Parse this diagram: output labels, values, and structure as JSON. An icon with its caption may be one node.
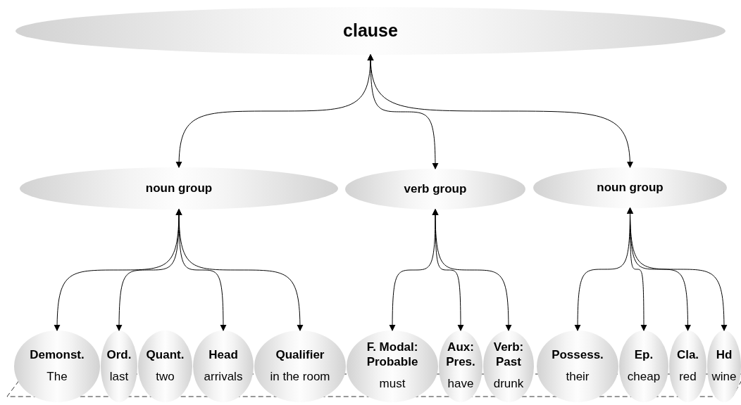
{
  "diagram": {
    "nodes": [
      {
        "text": [
          "clause"
        ]
      },
      {
        "text": [
          "noun group"
        ]
      },
      {
        "text": [
          "verb group"
        ]
      },
      {
        "text": [
          "noun group"
        ]
      },
      {
        "text": [
          "Demonst.",
          "The"
        ]
      },
      {
        "text": [
          "Ord.",
          "last"
        ]
      },
      {
        "text": [
          "Quant.",
          "two"
        ]
      },
      {
        "text": [
          "Head",
          "arrivals"
        ]
      },
      {
        "text": [
          "Qualifier",
          "in the room"
        ]
      },
      {
        "text": [
          "F. Modal: Probable",
          "must"
        ]
      },
      {
        "text": [
          "Aux: Pres.",
          "have"
        ]
      },
      {
        "text": [
          "Verb: Past",
          "drunk"
        ]
      },
      {
        "text": [
          "Possess.",
          "their"
        ]
      },
      {
        "text": [
          "Ep.",
          "cheap"
        ]
      },
      {
        "text": [
          "Cla.",
          "red"
        ]
      },
      {
        "text": [
          "Hd",
          "wine"
        ]
      }
    ],
    "edges": [
      {
        "from": 0,
        "to": 1,
        "arrow": "both"
      },
      {
        "from": 0,
        "to": 2,
        "arrow": "both"
      },
      {
        "from": 0,
        "to": 3,
        "arrow": "both"
      },
      {
        "from": 1,
        "to": 4,
        "arrow": "both"
      },
      {
        "from": 1,
        "to": 5,
        "arrow": "both"
      },
      {
        "from": 1,
        "to": 7,
        "arrow": "both"
      },
      {
        "from": 1,
        "to": 8,
        "arrow": "both"
      },
      {
        "from": 2,
        "to": 9,
        "arrow": "both"
      },
      {
        "from": 2,
        "to": 10,
        "arrow": "both"
      },
      {
        "from": 2,
        "to": 11,
        "arrow": "both"
      },
      {
        "from": 3,
        "to": 12,
        "arrow": "both"
      },
      {
        "from": 3,
        "to": 13,
        "arrow": "both"
      },
      {
        "from": 3,
        "to": 14,
        "arrow": "both"
      },
      {
        "from": 3,
        "to": 15,
        "arrow": "both"
      }
    ]
  }
}
